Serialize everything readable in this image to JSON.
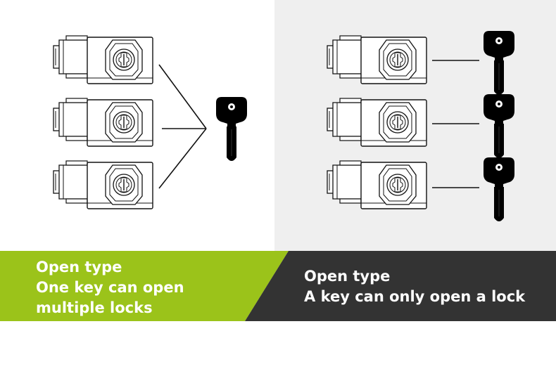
{
  "left_panel": {
    "caption_line1": "Open type",
    "caption_line2": "One key can open",
    "caption_line3": "multiple locks",
    "banner_color": "#9bc31a"
  },
  "right_panel": {
    "caption_line1": "Open type",
    "caption_line2": "A key can only open a lock",
    "banner_color": "#333333",
    "background_color": "#efefef"
  },
  "icons": {
    "lock": "hasp-lock-icon",
    "key": "key-icon"
  }
}
